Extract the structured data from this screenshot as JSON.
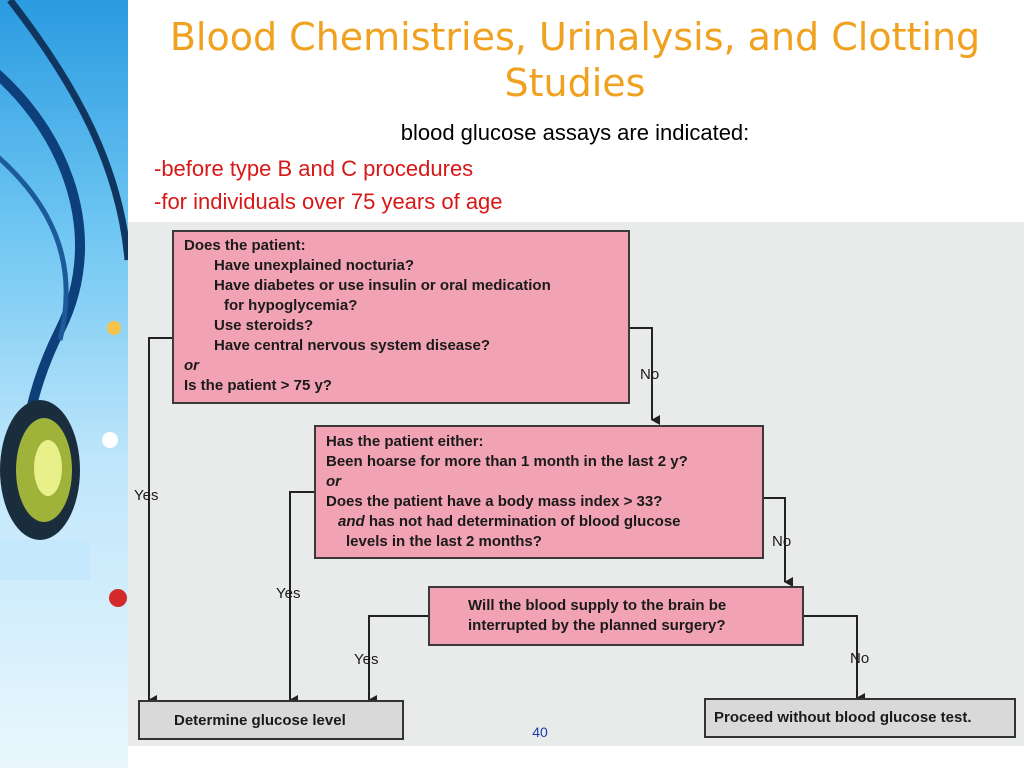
{
  "slide": {
    "title": "Blood Chemistries, Urinalysis, and Clotting Studies",
    "subtitle": "blood glucose assays are indicated:",
    "bullets": [
      "-before type B and C procedures",
      "-for individuals over 75 years of age"
    ],
    "page_number": "40"
  },
  "flowchart": {
    "box1": {
      "line1": "Does the patient:",
      "line2": "Have unexplained nocturia?",
      "line3": "Have diabetes or use insulin or oral medication",
      "line4": "for hypoglycemia?",
      "line5": "Use steroids?",
      "line6": "Have central nervous system disease?",
      "line7": "or",
      "line8": "Is the patient > 75 y?"
    },
    "box2": {
      "line1": "Has the patient either:",
      "line2": "Been hoarse for more than 1 month in the last 2 y?",
      "line3": "or",
      "line4": "Does the patient have a body mass index > 33?",
      "line5_italic": "and",
      "line5_rest": " has not had determination of blood glucose",
      "line6": "levels in the last 2 months?"
    },
    "box3": {
      "line1": "Will the blood supply to the brain be",
      "line2": "interrupted by the planned surgery?"
    },
    "outcome_yes": "Determine glucose level",
    "outcome_no": "Proceed without blood glucose test.",
    "labels": {
      "yes1": "Yes",
      "no1": "No",
      "yes2": "Yes",
      "no2": "No",
      "yes3": "Yes",
      "no3": "No"
    }
  },
  "colors": {
    "title": "#f0a11f",
    "bullet": "#d81818",
    "question_box": "#f2a3b3",
    "outcome_box": "#d9d9d9",
    "page_number": "#1a3aa8"
  }
}
